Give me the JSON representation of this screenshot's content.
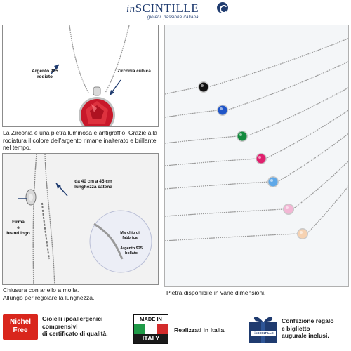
{
  "header": {
    "brand_prefix": "in",
    "brand_name": "SCINTILLE",
    "tagline": "gioielli, passione italiana"
  },
  "top_left": {
    "label_silver_line1": "Argento 925",
    "label_silver_line2": "rodiato",
    "label_zircon": "Zirconia cubica",
    "caption": "La Zirconia è una pietra luminosa e antigraffio. Grazie alla rodiatura il colore dell'argento rimane inalterato e brillante nel tempo."
  },
  "bottom_left": {
    "label_length_line1": "da 40 cm a 45 cm",
    "label_length_line2": "lunghezza catena",
    "label_signature_line1": "Firma",
    "label_signature_line2": "e",
    "label_signature_line3": "brand logo",
    "zoom_label_1_line1": "Marchio di",
    "zoom_label_1_line2": "fabbrica",
    "zoom_label_2_line1": "Argento 925",
    "zoom_label_2_line2": "bollato",
    "caption_line1": "Chiusura  con anello a molla.",
    "caption_line2": "Allungo per regolare la lunghezza."
  },
  "right": {
    "caption": "Pietra disponibile in varie dimensioni.",
    "stones": [
      {
        "color": "#111111"
      },
      {
        "color": "#1f55c8"
      },
      {
        "color": "#138a3e"
      },
      {
        "color": "#e0206e"
      },
      {
        "color": "#5fa8e8"
      },
      {
        "color": "#f2b6d4"
      },
      {
        "color": "#f6d2b2"
      }
    ]
  },
  "badges": {
    "nichel_line1": "Nichel",
    "nichel_line2": "Free",
    "hypo_line1": "Gioielli ipoallergenici",
    "hypo_line2": "comprensivi",
    "hypo_line3": "di certificato di qualità.",
    "made_in_top": "MADE IN",
    "made_in_bottom": "ITALY",
    "made_in_text": "Realizzati in Italia.",
    "gift_brand": "inSCINTILLE",
    "gift_line1": "Confezione regalo",
    "gift_line2": "e biglietto",
    "gift_line3": "augurale inclusi."
  },
  "colors": {
    "brand_blue": "#1f3b6f",
    "ruby": "#c8182a",
    "nichel_red": "#d9261c",
    "italy_green": "#1f9a47",
    "italy_red": "#d32b2b"
  }
}
